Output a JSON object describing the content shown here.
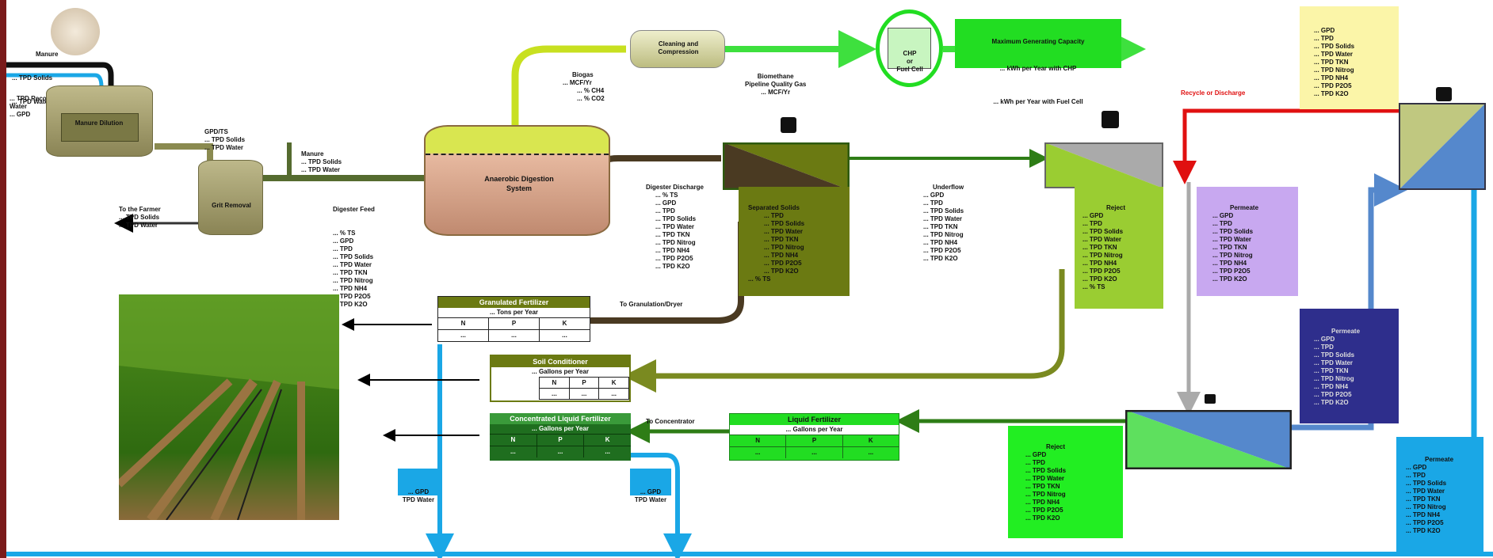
{
  "manure": {
    "title": "Manure",
    "lines": [
      "... TPD Solids",
      "... TPD Water"
    ],
    "note": [
      "... TPD Recovered",
      "Water",
      "... GPD"
    ]
  },
  "dilution": {
    "label": "Manure Dilution",
    "flow": [
      "GPD/TS",
      "... TPD Solids",
      "... TPD Water"
    ]
  },
  "grit": {
    "label": "Grit Removal",
    "out_title": "To the Farmer",
    "out": [
      "... TPD Solids",
      "... TPD Water"
    ],
    "side": [
      "Manure",
      "... TPD Solids",
      "... TPD Water"
    ]
  },
  "digester_feed": {
    "title": "Digester Feed",
    "lines": [
      "... % TS",
      "... GPD",
      "... TPD",
      "... TPD Solids",
      "... TPD Water",
      "... TPD TKN",
      "... TPD Nitrog",
      "... TPD NH4",
      "... TPD P2O5",
      "... TPD K2O"
    ]
  },
  "digester": {
    "label": "Anaerobic Digestion System"
  },
  "biogas": {
    "title": "Biogas",
    "lines": [
      "... MCF/Yr",
      "... % CH4",
      "... % CO2"
    ]
  },
  "cleaning": {
    "label": "Cleaning and Compression"
  },
  "biomethane": {
    "title": "Biomethane",
    "lines": [
      "Pipeline Quality Gas",
      "... MCF/Yr"
    ]
  },
  "chp": {
    "lines": [
      "CHP",
      "or",
      "Fuel Cell"
    ]
  },
  "max_gen": {
    "title": "Maximum Generating Capacity",
    "lines": [
      "... kWh per Year with CHP",
      "... kWh per Year with Fuel Cell"
    ]
  },
  "digester_discharge": {
    "title": "Digester Discharge",
    "lines": [
      "... % TS",
      "... GPD",
      "... TPD",
      "... TPD Solids",
      "... TPD Water",
      "... TPD TKN",
      "... TPD Nitrog",
      "... TPD NH4",
      "... TPD P2O5",
      "... TPD K2O"
    ]
  },
  "separated_solids": {
    "title": "Separated Solids",
    "lines": [
      "... TPD",
      "... TPD Solids",
      "... TPD Water",
      "... TPD TKN",
      "... TPD Nitrog",
      "... TPD NH4",
      "... TPD P2O5",
      "... TPD K2O",
      "... % TS"
    ]
  },
  "underflow": {
    "title": "Underflow",
    "lines": [
      "... GPD",
      "... TPD",
      "... TPD Solids",
      "... TPD Water",
      "... TPD TKN",
      "... TPD Nitrog",
      "... TPD NH4",
      "... TPD P2O5",
      "... TPD K2O"
    ]
  },
  "reject1": {
    "title": "Reject",
    "lines": [
      "... GPD",
      "... TPD",
      "... TPD Solids",
      "... TPD Water",
      "... TPD TKN",
      "... TPD Nitrog",
      "... TPD NH4",
      "... TPD P2O5",
      "... TPD K2O",
      "... % TS"
    ]
  },
  "permeate1": {
    "title": "Permeate",
    "lines": [
      "... GPD",
      "... TPD",
      "... TPD Solids",
      "... TPD Water",
      "... TPD TKN",
      "... TPD Nitrog",
      "... TPD NH4",
      "... TPD P2O5",
      "... TPD K2O"
    ]
  },
  "permeate2": {
    "title": "Permeate",
    "lines": [
      "... GPD",
      "... TPD",
      "... TPD Solids",
      "... TPD Water",
      "... TPD TKN",
      "... TPD Nitrog",
      "... TPD NH4",
      "... TPD P2O5",
      "... TPD K2O"
    ]
  },
  "permeate3": {
    "title": "Permeate",
    "lines": [
      "... GPD",
      "... TPD",
      "... TPD Solids",
      "... TPD Water",
      "... TPD TKN",
      "... TPD Nitrog",
      "... TPD NH4",
      "... TPD P2O5",
      "... TPD K2O"
    ]
  },
  "top_right": {
    "lines": [
      "... GPD",
      "... TPD",
      "... TPD Solids",
      "... TPD Water",
      "... TPD TKN",
      "... TPD Nitrog",
      "... TPD NH4",
      "... TPD P2O5",
      "... TPD K2O"
    ]
  },
  "reject2": {
    "title": "Reject",
    "lines": [
      "... GPD",
      "... TPD",
      "... TPD Solids",
      "... TPD Water",
      "... TPD TKN",
      "... TPD Nitrog",
      "... TPD NH4",
      "... TPD P2O5",
      "... TPD K2O"
    ]
  },
  "recycle_label": "Recycle or Discharge",
  "to_granulation": "To Granulation/Dryer",
  "to_concentrator": "To Concentrator",
  "granulated": {
    "title": "Granulated Fertilizer",
    "sub": "... Tons per Year",
    "head": [
      "N",
      "P",
      "K"
    ],
    "vals": [
      "...",
      "...",
      "..."
    ]
  },
  "soil": {
    "title": "Soil Conditioner",
    "sub": "... Gallons per Year",
    "head": [
      "N",
      "P",
      "K"
    ],
    "vals": [
      "...",
      "...",
      "..."
    ]
  },
  "concentrated": {
    "title": "Concentrated Liquid Fertilizer",
    "sub": "... Gallons per Year",
    "head": [
      "N",
      "P",
      "K"
    ],
    "vals": [
      "...",
      "...",
      "..."
    ]
  },
  "liquid": {
    "title": "Liquid Fertilizer",
    "sub": "... Gallons per Year",
    "head": [
      "N",
      "P",
      "K"
    ],
    "vals": [
      "...",
      "...",
      "..."
    ]
  },
  "water_left": [
    "... GPD",
    "TPD Water"
  ],
  "water_right": [
    "... GPD",
    "TPD Water"
  ],
  "colors": {
    "digest_line": "#556b2f",
    "gas": "#c8e020",
    "green": "#22dd22",
    "blue": "#1aa7e6",
    "red": "#e01010",
    "olive": "#6b7a12"
  }
}
